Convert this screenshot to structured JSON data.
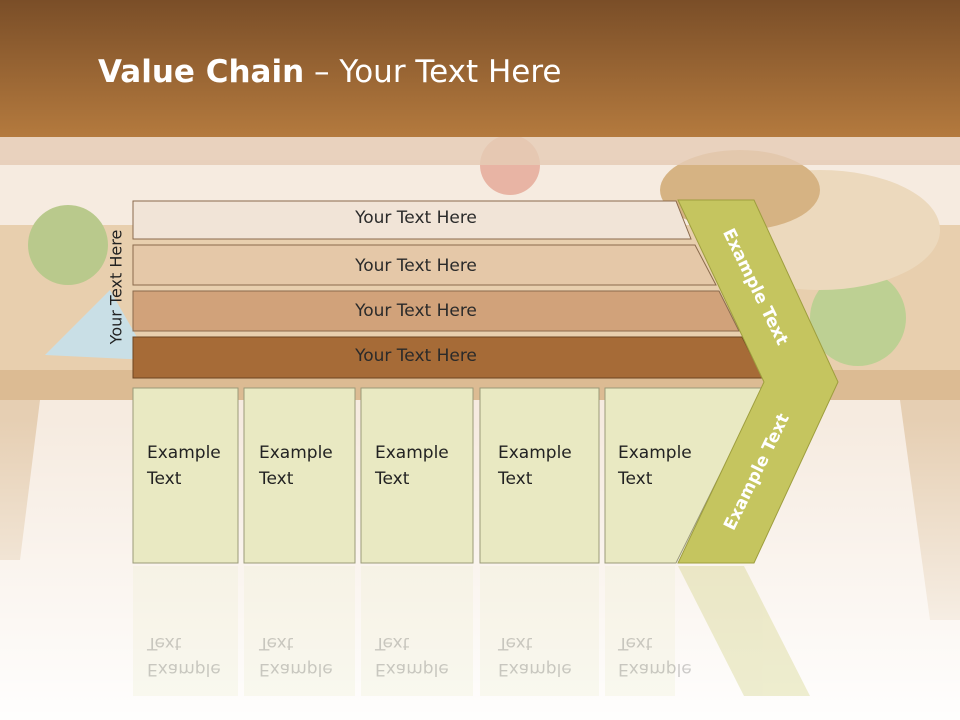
{
  "title": {
    "bold": "Value Chain",
    "rest": " – Your Text Here"
  },
  "side_label": "Your Text Here",
  "rows": [
    {
      "label": "Your Text Here",
      "color": "#f1e4d7"
    },
    {
      "label": "Your Text Here",
      "color": "#e5c8a8"
    },
    {
      "label": "Your Text Here",
      "color": "#d1a27a"
    },
    {
      "label": "Your Text Here",
      "color": "#a66b37"
    }
  ],
  "columns": [
    {
      "line1": "Example",
      "line2": "Text"
    },
    {
      "line1": "Example",
      "line2": "Text"
    },
    {
      "line1": "Example",
      "line2": "Text"
    },
    {
      "line1": "Example",
      "line2": "Text"
    },
    {
      "line1": "Example",
      "line2": "Text"
    }
  ],
  "chevron": {
    "top_label": "Example Text",
    "bottom_label": "Example Text",
    "color": "#c5c55f"
  },
  "colors": {
    "header": "#9c6533",
    "column_fill": "#e9e9c2"
  }
}
